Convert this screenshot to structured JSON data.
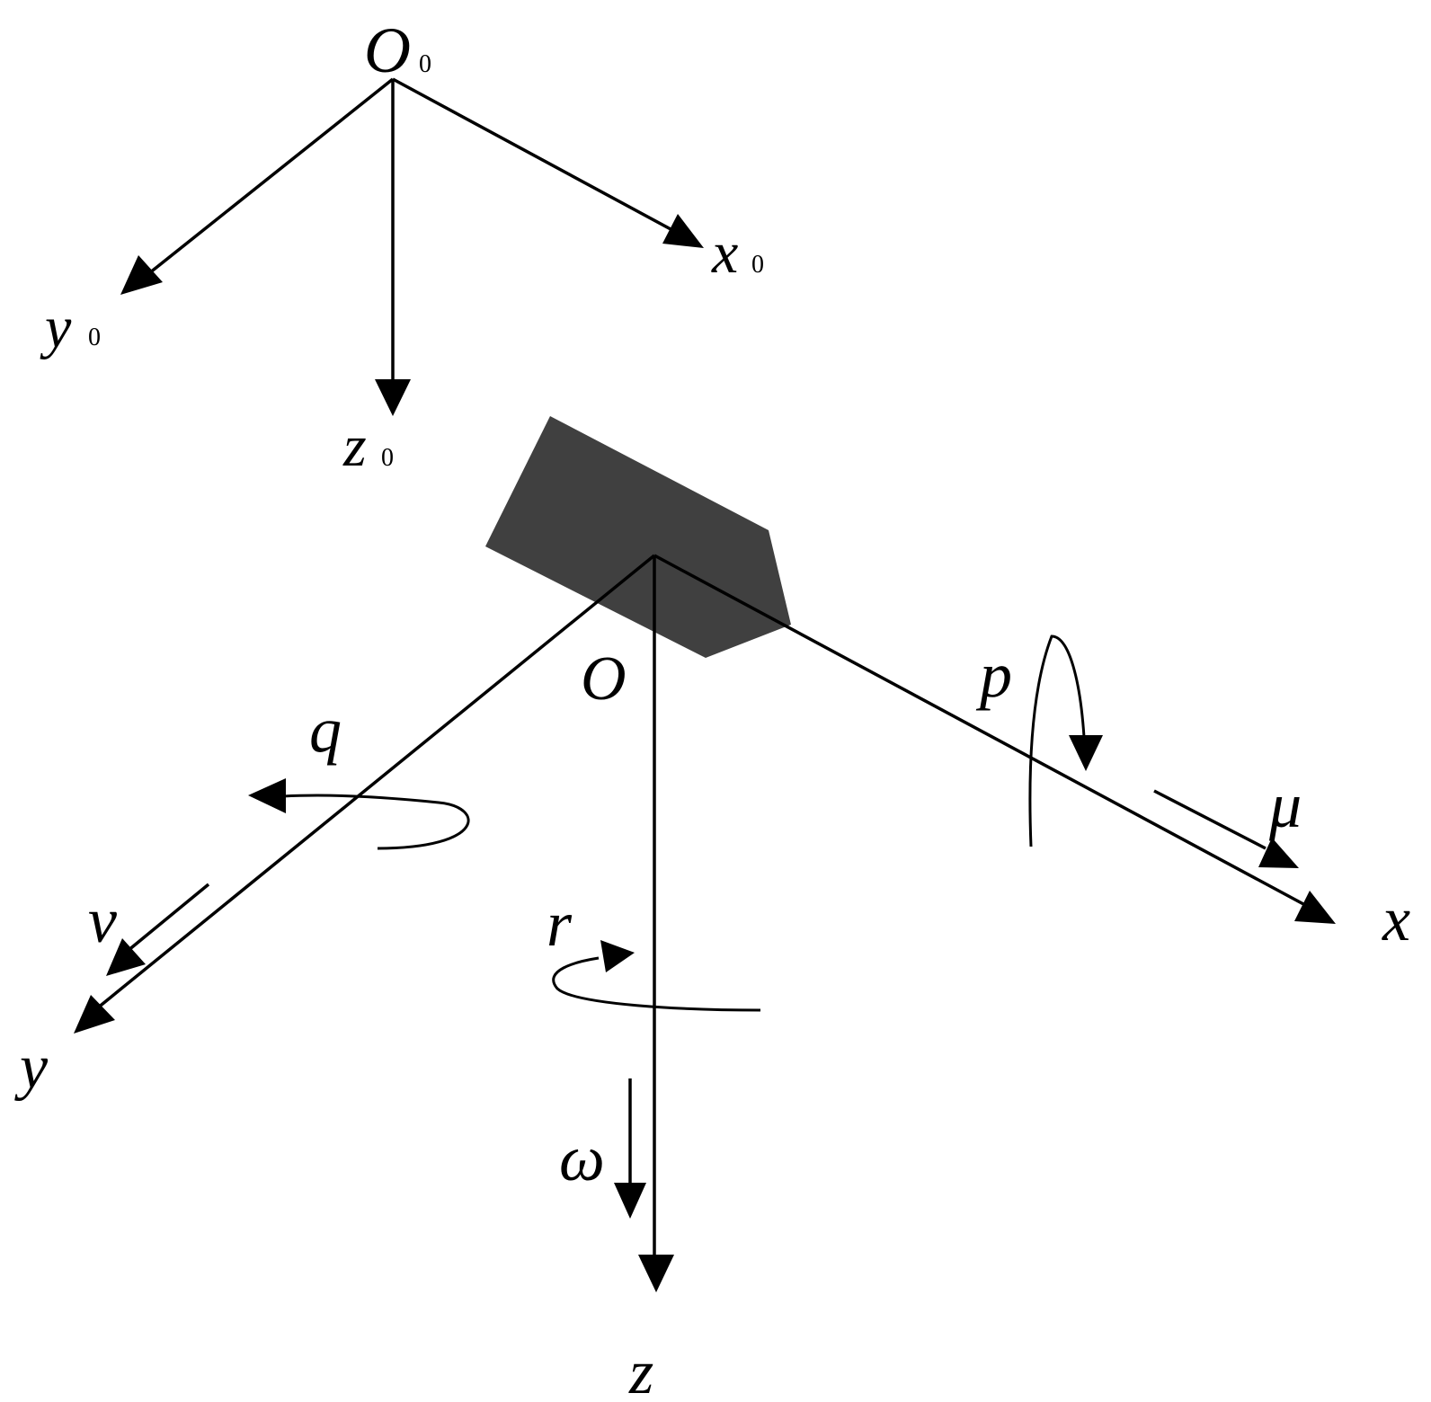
{
  "inertial_frame": {
    "origin_label": "O",
    "origin_subscript": "0",
    "x_label": "x",
    "x_subscript": "0",
    "y_label": "y",
    "y_subscript": "0",
    "z_label": "z",
    "z_subscript": "0"
  },
  "body_frame": {
    "origin_label": "O",
    "x_label": "x",
    "y_label": "y",
    "z_label": "z"
  },
  "rates": {
    "roll_label": "p",
    "pitch_label": "q",
    "yaw_label": "r"
  },
  "velocities": {
    "surge_label": "μ",
    "sway_label": "v",
    "heave_label": "ω"
  },
  "colors": {
    "stroke": "#000000",
    "vehicle_body": "#404040",
    "background": "#ffffff"
  }
}
